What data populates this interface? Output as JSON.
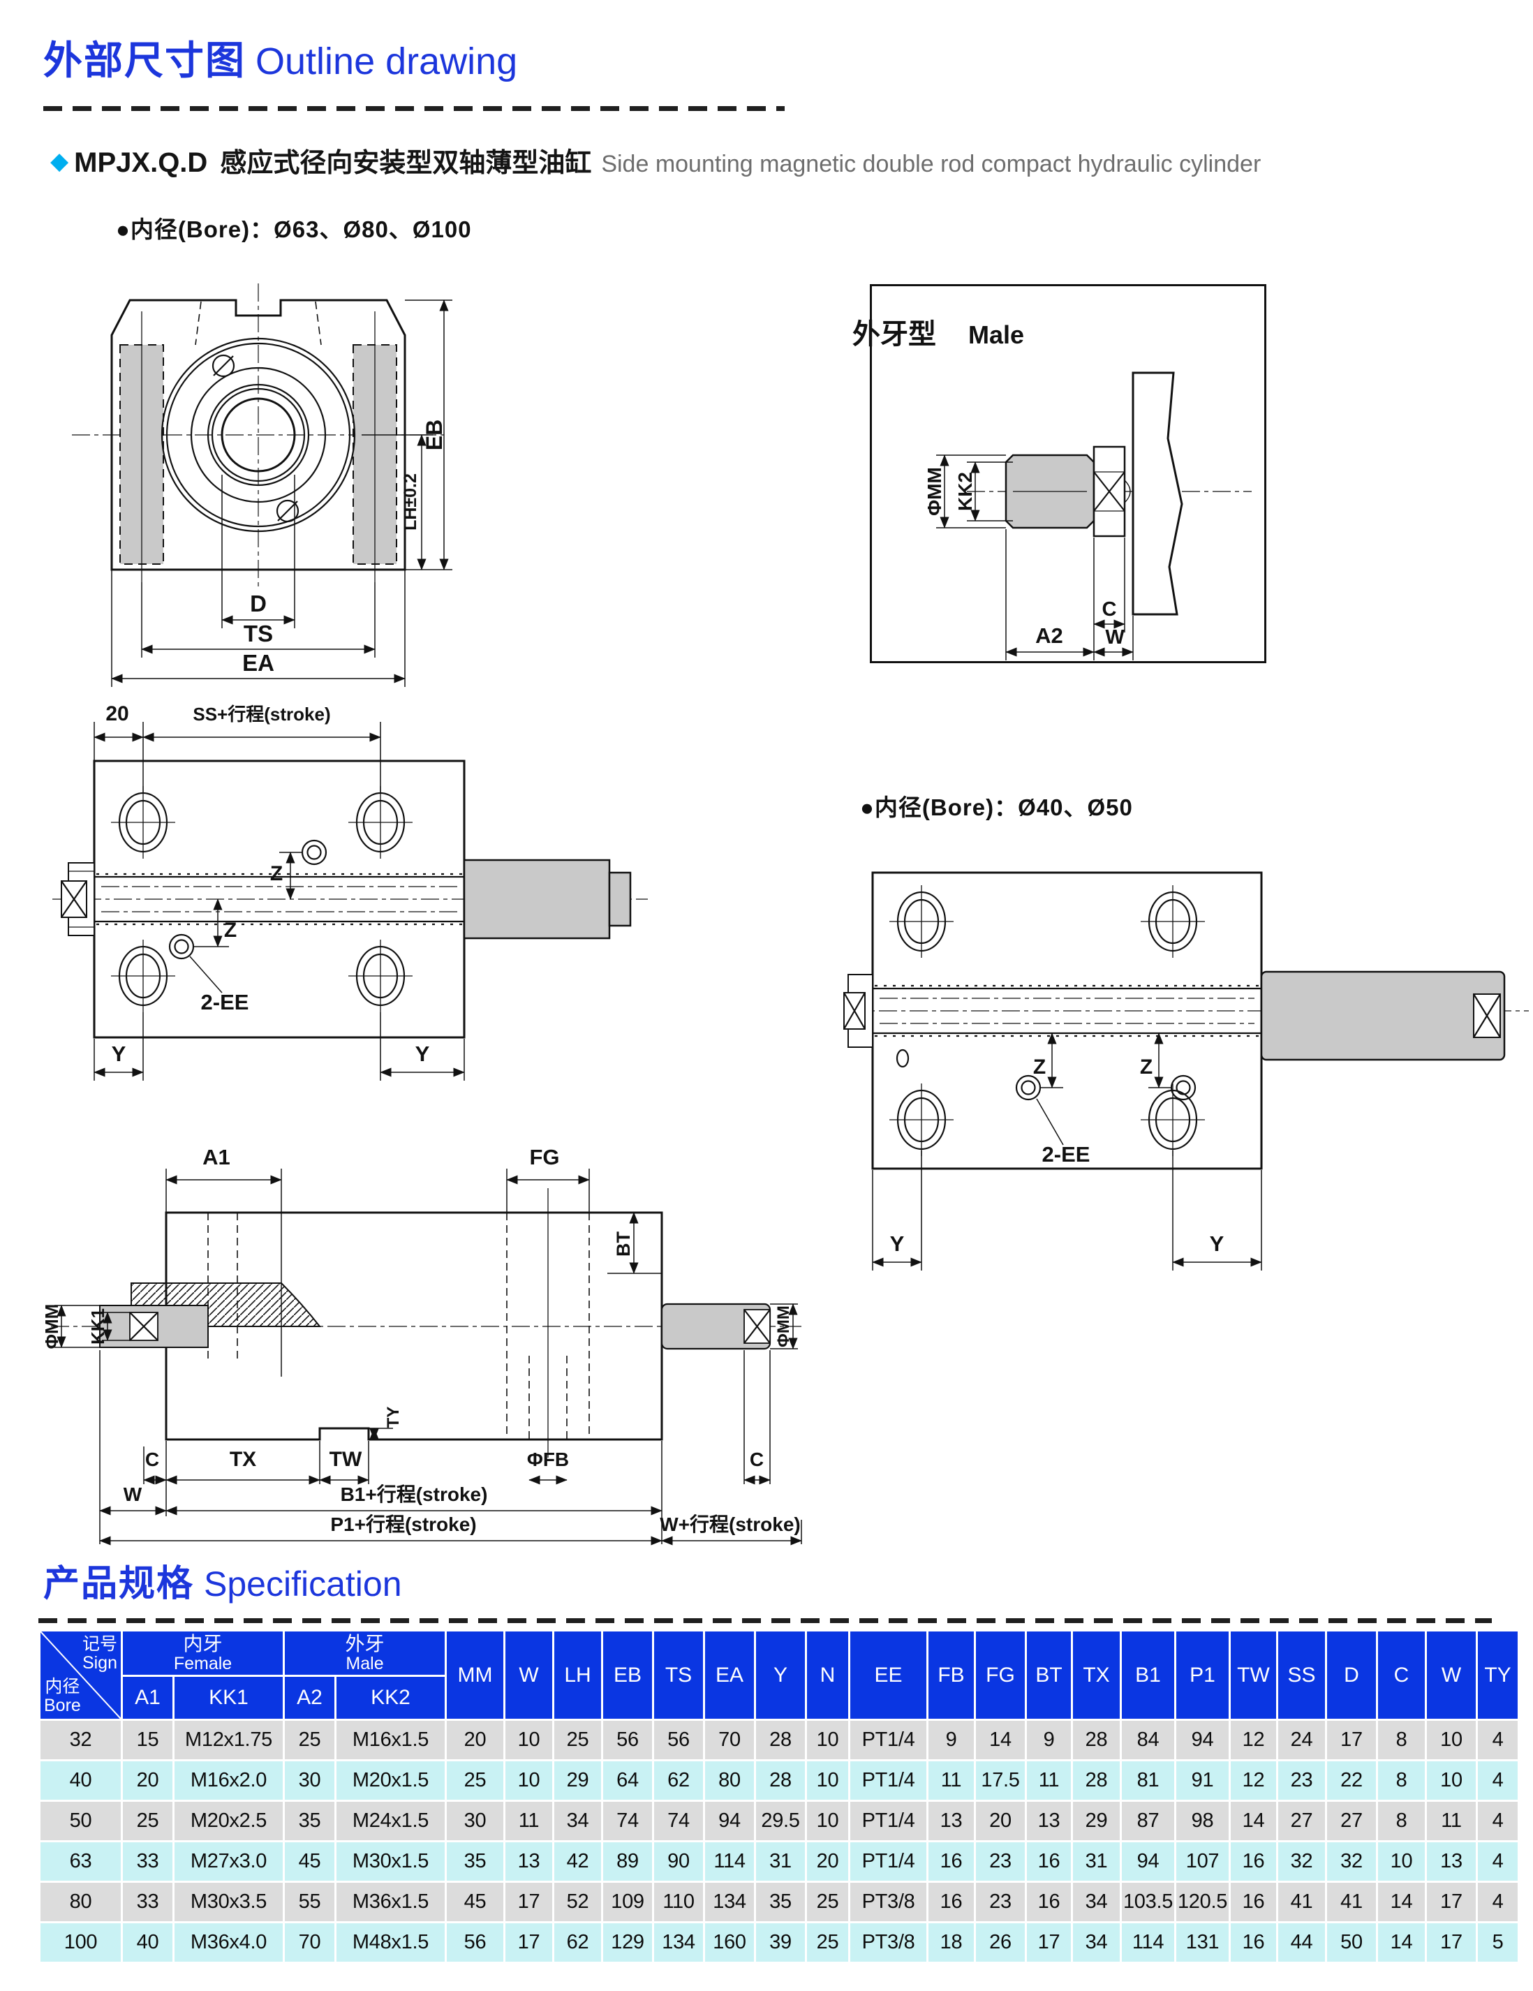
{
  "outline": {
    "title_zh": "外部尺寸图",
    "title_en": "Outline drawing",
    "product": {
      "marker": "◆",
      "model": "MPJX.Q.D",
      "name_zh": "感应式径向安装型双轴薄型油缸",
      "name_en": "Side mounting magnetic double rod compact hydraulic cylinder"
    },
    "bore_note_large": "●内径(Bore)：Ø63、Ø80、Ø100",
    "bore_note_small": "●内径(Bore)：Ø40、Ø50",
    "front_view": {
      "eb": "EB",
      "lh": "LH±0.2",
      "d": "D",
      "ts": "TS",
      "ea": "EA"
    },
    "male_view": {
      "title_zh": "外牙型",
      "title_en": "Male",
      "phi_mm": "ΦMM",
      "kk2": "KK2",
      "a2": "A2",
      "c": "C",
      "w": "W"
    },
    "plan_view": {
      "dim20": "20",
      "ss": "SS+行程(stroke)",
      "z": "Z",
      "ee": "2-EE",
      "y": "Y"
    },
    "section_view": {
      "a1": "A1",
      "fg": "FG",
      "bt": "BT",
      "phi_mm": "ΦMM",
      "kk1": "KK1",
      "ty": "TY",
      "c": "C",
      "tx": "TX",
      "tw": "TW",
      "phi_fb": "ΦFB",
      "w": "W",
      "b1": "B1+行程(stroke)",
      "p1": "P1+行程(stroke)",
      "w_stroke": "W+行程(stroke)"
    }
  },
  "spec": {
    "title_zh": "产品规格",
    "title_en": "Specification",
    "table": {
      "corner_sign_zh": "记号",
      "corner_sign_en": "Sign",
      "corner_bore_zh": "内径",
      "corner_bore_en": "Bore",
      "female_zh": "内牙",
      "female_en": "Female",
      "male_zh": "外牙",
      "male_en": "Male",
      "sub_cols": [
        "A1",
        "KK1",
        "A2",
        "KK2"
      ],
      "cols": [
        "MM",
        "W",
        "LH",
        "EB",
        "TS",
        "EA",
        "Y",
        "N",
        "EE",
        "FB",
        "FG",
        "BT",
        "TX",
        "B1",
        "P1",
        "TW",
        "SS",
        "D",
        "C",
        "W",
        "TY"
      ],
      "rows": [
        {
          "bore": "32",
          "cells": [
            "15",
            "M12x1.75",
            "25",
            "M16x1.5",
            "20",
            "10",
            "25",
            "56",
            "56",
            "70",
            "28",
            "10",
            "PT1/4",
            "9",
            "14",
            "9",
            "28",
            "84",
            "94",
            "12",
            "24",
            "17",
            "8",
            "10",
            "4"
          ]
        },
        {
          "bore": "40",
          "cells": [
            "20",
            "M16x2.0",
            "30",
            "M20x1.5",
            "25",
            "10",
            "29",
            "64",
            "62",
            "80",
            "28",
            "10",
            "PT1/4",
            "11",
            "17.5",
            "11",
            "28",
            "81",
            "91",
            "12",
            "23",
            "22",
            "8",
            "10",
            "4"
          ]
        },
        {
          "bore": "50",
          "cells": [
            "25",
            "M20x2.5",
            "35",
            "M24x1.5",
            "30",
            "11",
            "34",
            "74",
            "74",
            "94",
            "29.5",
            "10",
            "PT1/4",
            "13",
            "20",
            "13",
            "29",
            "87",
            "98",
            "14",
            "27",
            "27",
            "8",
            "11",
            "4"
          ]
        },
        {
          "bore": "63",
          "cells": [
            "33",
            "M27x3.0",
            "45",
            "M30x1.5",
            "35",
            "13",
            "42",
            "89",
            "90",
            "114",
            "31",
            "20",
            "PT1/4",
            "16",
            "23",
            "16",
            "31",
            "94",
            "107",
            "16",
            "32",
            "32",
            "10",
            "13",
            "4"
          ]
        },
        {
          "bore": "80",
          "cells": [
            "33",
            "M30x3.5",
            "55",
            "M36x1.5",
            "45",
            "17",
            "52",
            "109",
            "110",
            "134",
            "35",
            "25",
            "PT3/8",
            "16",
            "23",
            "16",
            "34",
            "103.5",
            "120.5",
            "16",
            "41",
            "41",
            "14",
            "17",
            "4"
          ]
        },
        {
          "bore": "100",
          "cells": [
            "40",
            "M36x4.0",
            "70",
            "M48x1.5",
            "56",
            "17",
            "62",
            "129",
            "134",
            "160",
            "39",
            "25",
            "PT3/8",
            "18",
            "26",
            "17",
            "34",
            "114",
            "131",
            "16",
            "44",
            "50",
            "14",
            "17",
            "5"
          ]
        }
      ]
    }
  },
  "colors": {
    "accent_blue": "#1c36dc",
    "table_header_blue": "#0a36e2",
    "row_gray": "#dcdcdc",
    "row_cyan": "#c9f2f4",
    "diamond_cyan": "#00aeef",
    "drawing_gray": "#c9c9c9"
  }
}
